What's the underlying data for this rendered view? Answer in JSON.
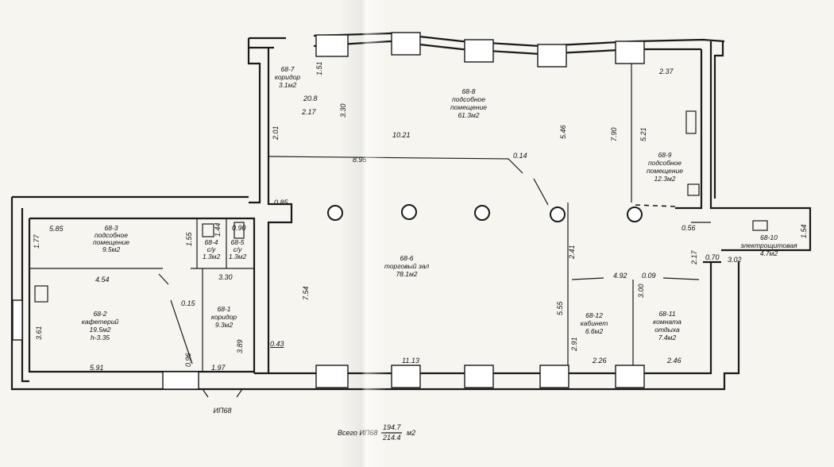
{
  "rooms": [
    {
      "id": "68-7",
      "lines": [
        "68-7",
        "коридор",
        "3.1м2"
      ]
    },
    {
      "id": "68-8",
      "lines": [
        "68-8",
        "подсобное",
        "помещение",
        "61.3м2"
      ]
    },
    {
      "id": "68-9",
      "lines": [
        "68-9",
        "подсобное",
        "помещение",
        "12.3м2"
      ]
    },
    {
      "id": "68-3",
      "lines": [
        "68-3",
        "подсобное",
        "помещение",
        "9.5м2"
      ]
    },
    {
      "id": "68-4",
      "lines": [
        "68-4",
        "с/у",
        "1.3м2"
      ]
    },
    {
      "id": "68-5",
      "lines": [
        "68-5",
        "с/у",
        "1.3м2"
      ]
    },
    {
      "id": "68-6",
      "lines": [
        "68-6",
        "торговый зал",
        "78.1м2"
      ]
    },
    {
      "id": "68-10",
      "lines": [
        "68-10",
        "электрощитовая",
        "4.7м2"
      ]
    },
    {
      "id": "68-2",
      "lines": [
        "68-2",
        "кафетерий",
        "19.5м2",
        "h-3.35"
      ]
    },
    {
      "id": "68-1",
      "lines": [
        "68-1",
        "коридор",
        "9.3м2"
      ]
    },
    {
      "id": "68-12",
      "lines": [
        "68-12",
        "кабинет",
        "6.6м2"
      ]
    },
    {
      "id": "68-11",
      "lines": [
        "68-11",
        "комната",
        "отдыха",
        "7.4м2"
      ]
    }
  ],
  "dimensions": [
    "1.51",
    "20.8",
    "2.17",
    "3.30",
    "2.01",
    "10.21",
    "5.46",
    "7.90",
    "2.37",
    "5.21",
    "8.95",
    "0.14",
    "0.85",
    "5.85",
    "1.77",
    "1.55",
    "1.44",
    "0.90",
    "3.30",
    "4.54",
    "0.15",
    "7.54",
    "2.41",
    "0.56",
    "1.54",
    "2.17",
    "0.70",
    "3.02",
    "4.92",
    "0.09",
    "3.00",
    "3.61",
    "3.89",
    "0.43",
    "5.55",
    "2.91",
    "0.96",
    "5.91",
    "1.97",
    "11.13",
    "2.26",
    "2.46"
  ],
  "entrance_label": "ИП68",
  "total": {
    "label": "Всего ИП68",
    "value_top": "194.7",
    "value_bottom": "214.4",
    "unit": "м2"
  }
}
